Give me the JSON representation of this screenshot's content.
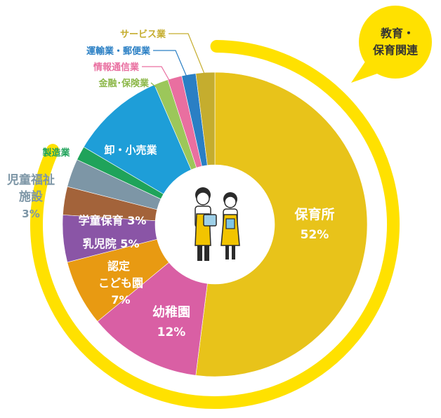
{
  "chart_data": {
    "type": "pie",
    "variant": "donut",
    "group_label": "教育・保育関連",
    "slices": [
      {
        "key": "hoikusho",
        "name": "保育所",
        "value": 52,
        "value_label": "52%",
        "color": "#E8C31A",
        "group": "教育・保育関連"
      },
      {
        "key": "youchien",
        "name": "幼稚園",
        "value": 12,
        "value_label": "12%",
        "color": "#D95FA4",
        "group": "教育・保育関連"
      },
      {
        "key": "nintei",
        "name": "認定こども園",
        "value": 7,
        "value_label": "7%",
        "color": "#E89A12",
        "group": "教育・保育関連"
      },
      {
        "key": "nyujiin",
        "name": "乳児院",
        "value": 5,
        "value_label": "5%",
        "color": "#8A55A6",
        "group": "教育・保育関連"
      },
      {
        "key": "gakudou",
        "name": "学童保育",
        "value": 3,
        "value_label": "3%",
        "color": "#A3633A",
        "group": "教育・保育関連"
      },
      {
        "key": "jidou",
        "name": "児童福祉施設",
        "value": 3,
        "value_label": "3%",
        "color": "#7D96A6",
        "group": "教育・保育関連"
      },
      {
        "key": "seizo",
        "name": "製造業",
        "value": 1.5,
        "value_label": "",
        "color": "#1FA35A",
        "group": ""
      },
      {
        "key": "oroshi",
        "name": "卸・小売業",
        "value": 10,
        "value_label": "",
        "color": "#1E9ED8",
        "group": ""
      },
      {
        "key": "kinyu",
        "name": "金融･保険業",
        "value": 1.5,
        "value_label": "",
        "color": "#9CC75A",
        "group": ""
      },
      {
        "key": "joho",
        "name": "情報通信業",
        "value": 1.5,
        "value_label": "",
        "color": "#E96FA0",
        "group": ""
      },
      {
        "key": "unyu",
        "name": "運輸業・郵便業",
        "value": 1.5,
        "value_label": "",
        "color": "#2A7FC4",
        "group": ""
      },
      {
        "key": "service",
        "name": "サービス業",
        "value": 2,
        "value_label": "",
        "color": "#C5AD2E",
        "group": ""
      }
    ],
    "labels": {
      "hoikusho": [
        "保育所",
        "52%"
      ],
      "youchien": [
        "幼稚園",
        "12%"
      ],
      "nintei": [
        "認定",
        "こども園",
        "7%"
      ],
      "nyujiin": [
        "乳児院 5%"
      ],
      "gakudou": [
        "学童保育 3%"
      ],
      "jidou": [
        "児童福祉",
        "施設",
        "3%"
      ],
      "seizo": [
        "製造業"
      ],
      "oroshi": [
        "卸・小売業"
      ],
      "kinyu": [
        "金融･保険業"
      ],
      "joho": [
        "情報通信業"
      ],
      "unyu": [
        "運輸業・郵便業"
      ],
      "service": [
        "サービス業"
      ]
    },
    "group_bubble": [
      "教育・",
      "保育関連"
    ],
    "colors": {
      "group_ring": "#FFE100",
      "bubble": "#FFE100",
      "label_light": "#ffffff",
      "label_jidou": "#7D96A6",
      "label_seizo": "#1FA35A",
      "label_kinyu": "#8DB84A",
      "label_joho": "#E96FA0",
      "label_unyu": "#2A7FC4",
      "label_service": "#C5AD2E",
      "bubble_text": "#333333"
    }
  }
}
